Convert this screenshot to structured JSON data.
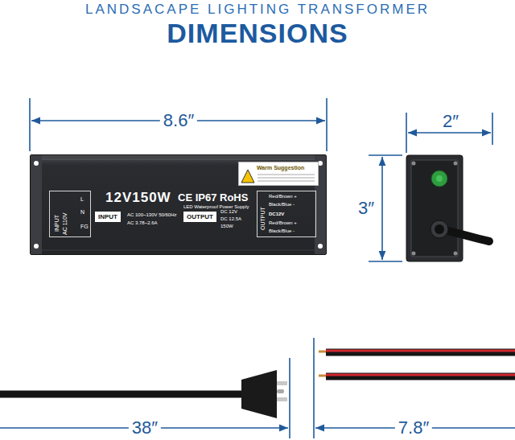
{
  "diagram": {
    "title": "DIMENSIONS",
    "nodes": [
      {
        "text": [
          "12V150W",
          "CE IP67 RoHS",
          "LED Waterproof Power Supply"
        ]
      },
      {
        "text": [
          "Warm Suggestion"
        ],
        "in": 0
      },
      {
        "text": [
          "INPUT",
          "AC 110V"
        ],
        "in": 0
      },
      {
        "text": [
          "INPUT"
        ],
        "in": 0
      },
      {
        "text": [
          "OUTPUT"
        ],
        "in": 0
      },
      {
        "text": [
          "OUTPUT"
        ],
        "in": 0
      }
    ],
    "labels": [
      "LANDSACAPE LIGHTING TRANSFORMER",
      "8.6″",
      "2″",
      "3″",
      "L",
      "N",
      "FG",
      "AC 100~130V 50/60Hz",
      "AC 3.78~2.6A",
      "DC 12V",
      "DC 12.5A",
      "150W",
      "Red/Brown +",
      "Black/Blue -",
      "DC12V",
      "Red/Brown +",
      "Black/Blue -",
      "38″",
      "7.8″"
    ]
  }
}
